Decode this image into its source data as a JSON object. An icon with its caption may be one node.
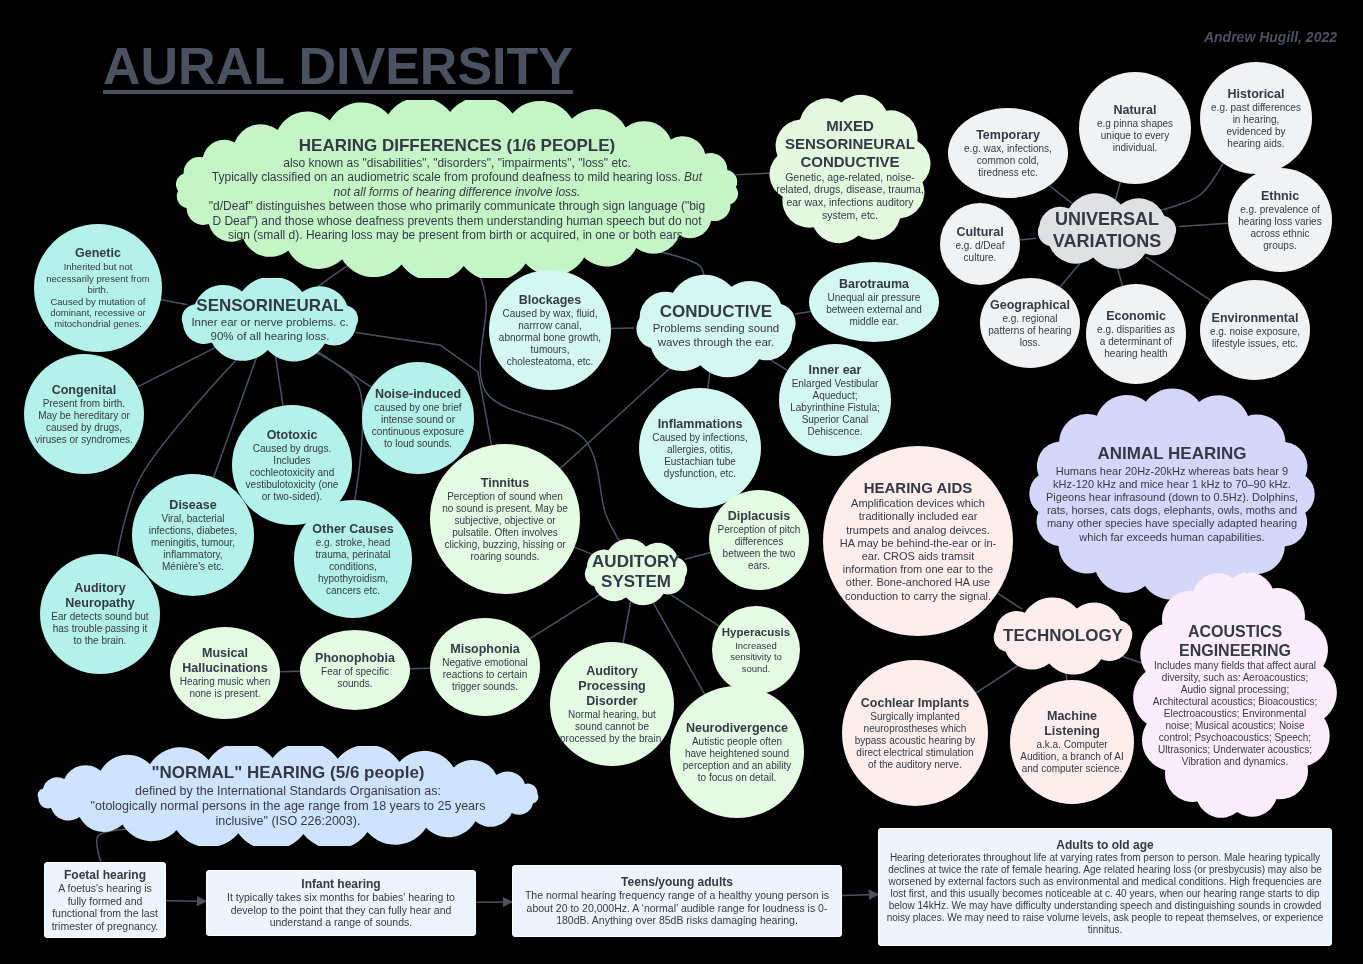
{
  "diagram": {
    "title": "AURAL DIVERSITY",
    "nodes": [
      {
        "text": [
          "HEARING DIFFERENCES (1/6 PEOPLE)",
          "also known as \"disabilities\", \"disorders\", \"impairments\", \"loss\" etc.",
          "Typically classified on an audiometric scale from profound deafness to mild hearing loss. *But not all forms of hearing difference involve loss.*",
          "\"d/Deaf\" distinguishes between those who primarily communicate through sign language (\"big D Deaf\") and those whose deafness prevents them understanding human speech but do not sign (small d). Hearing loss may be present from birth or acquired, in one or both ears."
        ]
      },
      {
        "text": [
          "SENSORINEURAL",
          "Inner ear or nerve problems. c. 90% of all hearing loss."
        ]
      },
      {
        "text": [
          "Genetic",
          "Inherited but not necessarily present from birth.",
          "Caused by mutation of dominant, recessive or mitochondrial genes."
        ]
      },
      {
        "text": [
          "Congenital",
          "Present from birth. May be hereditary or caused by drugs, viruses or syndromes."
        ]
      },
      {
        "text": [
          "Ototoxic",
          "Caused by drugs. Includes cochleotoxicity and vestibulotoxicity (one or two-sided)."
        ]
      },
      {
        "text": [
          "Noise-induced",
          "caused by one brief intense sound or continuous exposure to loud sounds."
        ]
      },
      {
        "text": [
          "Disease",
          "Viral, bacterial infections, diabetes, meningitis, tumour, inflammatory, Ménière's etc."
        ]
      },
      {
        "text": [
          "Other Causes",
          "e.g. stroke, head trauma, perinatal conditions, hypothyroidism, cancers etc."
        ]
      },
      {
        "text": [
          "Auditory Neuropathy",
          "Ear detects sound but has trouble passing it to the brain."
        ]
      },
      {
        "text": [
          "CONDUCTIVE",
          "Problems sending sound waves through the ear."
        ]
      },
      {
        "text": [
          "Blockages",
          "Caused by wax, fluid, narrrow canal, abnormal bone growth, tumours, cholesteatoma, etc."
        ]
      },
      {
        "text": [
          "Barotrauma",
          "Unequal air pressure between external and middle ear."
        ]
      },
      {
        "text": [
          "Inner ear",
          "Enlarged Vestibular Aqueduct; Labyrinthine Fistula; Superior Canal Dehiscence."
        ]
      },
      {
        "text": [
          "Inflammations",
          "Caused by infections, allergies, otitis, Eustachian tube dysfunction, etc."
        ]
      },
      {
        "text": [
          "MIXED SENSORINEURAL CONDUCTIVE",
          "Genetic, age-related, noise-related, drugs, disease, trauma, ear wax, infections auditory system, etc."
        ]
      },
      {
        "text": [
          "UNIVERSAL VARIATIONS"
        ]
      },
      {
        "text": [
          "Temporary",
          "e.g. wax, infections, common cold, tiredness etc."
        ]
      },
      {
        "text": [
          "Natural",
          "e.g pinna shapes unique to every individual."
        ]
      },
      {
        "text": [
          "Historical",
          "e.g. past differences in hearing, evidenced by hearing aids."
        ]
      },
      {
        "text": [
          "Cultural",
          "e.g. d/Deaf culture."
        ]
      },
      {
        "text": [
          "Ethnic",
          "e.g. prevalence of hearing loss varies across ethnic groups."
        ]
      },
      {
        "text": [
          "Geographical",
          "e.g. regional patterns of hearing loss."
        ]
      },
      {
        "text": [
          "Economic",
          "e.g. disparities as a determinant of hearing health"
        ]
      },
      {
        "text": [
          "Environmental",
          "e.g. noise exposure, lifestyle issues, etc."
        ]
      },
      {
        "text": [
          "ANIMAL HEARING",
          "Humans hear 20Hz-20kHz whereas bats hear 9 kHz-120 kHz and mice hear 1 kHz to 70–90 kHz. Pigeons hear infrasound (down to 0.5Hz). Dolphins, rats, horses, cats dogs, elephants, owls, moths and many other species have specially adapted hearing which far exceeds human capabilities."
        ]
      },
      {
        "text": [
          "AUDITORY SYSTEM"
        ]
      },
      {
        "text": [
          "Tinnitus",
          "Perception of sound when no sound is present. May be subjective, objective or pulsatile. Often involves clicking, buzzing, hissing or roaring sounds."
        ]
      },
      {
        "text": [
          "Diplacusis",
          "Perception of pitch differences between the two ears."
        ]
      },
      {
        "text": [
          "Hyperacusis",
          "Increased sensitivity to sound."
        ]
      },
      {
        "text": [
          "Auditory Processing Disorder",
          "Normal hearing, but sound cannot be processed by the brain."
        ]
      },
      {
        "text": [
          "Neurodivergence",
          "Autistic people often have heightened sound perception and an ability to focus on detail."
        ]
      },
      {
        "text": [
          "Misophonia",
          "Negative emotional reactions to certain trigger sounds."
        ]
      },
      {
        "text": [
          "Phonophobia",
          "Fear of specific sounds."
        ]
      },
      {
        "text": [
          "Musical Hallucinations",
          "Hearing music when none is present."
        ]
      },
      {
        "text": [
          "HEARING AIDS",
          "Amplification devices which traditionally included ear trumpets and analog deivces. HA may be behind-the-ear or in-ear. CROS aids tramsit information from one ear to the other. Bone-anchored HA use conduction to carry the signal."
        ]
      },
      {
        "text": [
          "TECHNOLOGY"
        ]
      },
      {
        "text": [
          "ACOUSTICS ENGINEERING",
          "Includes many fields that affect aural diversity, such as: Aeroacoustics; Audio signal processing; Architectural acoustics; Bioacoustics; Electroacoustics; Environmental noise; Musical acoustics; Noise control; Psychoacoustics; Speech; Ultrasonics; Underwater acoustics; Vibration and dynamics."
        ]
      },
      {
        "text": [
          "Cochlear Implants",
          "Surgically implanted neuroprostheses which bypass acoustic hearing by direct electrical stimulation of the auditory nerve."
        ]
      },
      {
        "text": [
          "Machine Listening",
          "a.k.a. Computer Audition, a branch of AI and computer science."
        ]
      },
      {
        "text": [
          "\"NORMAL\" HEARING (5/6 people)",
          "defined by the International Standards Organisation as:",
          "\"otologically normal persons in the age range from 18 years to 25 years inclusive\" (ISO 226:2003)."
        ]
      },
      {
        "text": [
          "Foetal hearing",
          "A foetus's hearing is fully formed and functional from the last trimester of pregnancy."
        ]
      },
      {
        "text": [
          "Infant hearing",
          "It typically takes six months for babies' hearing to develop to the point that they can fully hear and understand a range of sounds."
        ]
      },
      {
        "text": [
          "Teens/young adults",
          "The normal hearing frequency range of a healthy young person is about 20 to 20,000Hz. A ‘normal’ audible range for loudness is 0-180dB. Anything over 85dB risks damaging hearing."
        ]
      },
      {
        "text": [
          "Adults to old age",
          "Hearing deteriorates throughout life at varying rates from person to person. Male hearing typically declines at twice the rate of female hearing. Age related hearing loss (or presbycusis) may also be worsened by external factors such as environmental and medical conditions. High frequencies are lost first, and this usually becomes noticeable at c. 40 years, when our hearing range starts to dip below 14kHz. We may have difficulty understanding speech and distinguishing sounds in crowded noisy places. We may need to raise volume levels, ask people to repeat themselves, or experience tinnitus."
        ]
      }
    ],
    "edges": [
      {
        "from": 0,
        "to": 1,
        "arrow": "none"
      },
      {
        "from": 0,
        "to": 9,
        "arrow": "none"
      },
      {
        "from": 0,
        "to": 14,
        "arrow": "none"
      },
      {
        "from": 0,
        "to": 25,
        "arrow": "none"
      },
      {
        "from": 1,
        "to": 2,
        "arrow": "none"
      },
      {
        "from": 1,
        "to": 3,
        "arrow": "none"
      },
      {
        "from": 1,
        "to": 4,
        "arrow": "none"
      },
      {
        "from": 1,
        "to": 5,
        "arrow": "none"
      },
      {
        "from": 1,
        "to": 6,
        "arrow": "none"
      },
      {
        "from": 1,
        "to": 7,
        "arrow": "none"
      },
      {
        "from": 1,
        "to": 8,
        "arrow": "none"
      },
      {
        "from": 1,
        "to": 26,
        "arrow": "none"
      },
      {
        "from": 9,
        "to": 10,
        "arrow": "none"
      },
      {
        "from": 9,
        "to": 11,
        "arrow": "none"
      },
      {
        "from": 9,
        "to": 12,
        "arrow": "none"
      },
      {
        "from": 9,
        "to": 13,
        "arrow": "none"
      },
      {
        "from": 9,
        "to": 26,
        "arrow": "none"
      },
      {
        "from": 15,
        "to": 16,
        "arrow": "none"
      },
      {
        "from": 15,
        "to": 17,
        "arrow": "none"
      },
      {
        "from": 15,
        "to": 18,
        "arrow": "none"
      },
      {
        "from": 15,
        "to": 19,
        "arrow": "none"
      },
      {
        "from": 15,
        "to": 20,
        "arrow": "none"
      },
      {
        "from": 15,
        "to": 21,
        "arrow": "none"
      },
      {
        "from": 15,
        "to": 22,
        "arrow": "none"
      },
      {
        "from": 15,
        "to": 23,
        "arrow": "none"
      },
      {
        "from": 25,
        "to": 26,
        "arrow": "none"
      },
      {
        "from": 25,
        "to": 27,
        "arrow": "none"
      },
      {
        "from": 25,
        "to": 28,
        "arrow": "none"
      },
      {
        "from": 25,
        "to": 29,
        "arrow": "none"
      },
      {
        "from": 25,
        "to": 30,
        "arrow": "none"
      },
      {
        "from": 25,
        "to": 31,
        "arrow": "none"
      },
      {
        "from": 31,
        "to": 32,
        "arrow": "none"
      },
      {
        "from": 32,
        "to": 33,
        "arrow": "none"
      },
      {
        "from": 34,
        "to": 35,
        "arrow": "none"
      },
      {
        "from": 35,
        "to": 36,
        "arrow": "none"
      },
      {
        "from": 35,
        "to": 37,
        "arrow": "none"
      },
      {
        "from": 35,
        "to": 38,
        "arrow": "none"
      },
      {
        "from": 39,
        "to": 40,
        "arrow": "none"
      },
      {
        "from": 40,
        "to": 41,
        "arrow": "to"
      },
      {
        "from": 41,
        "to": 42,
        "arrow": "to"
      },
      {
        "from": 42,
        "to": 43,
        "arrow": "to"
      }
    ],
    "labels": [
      "Andrew Hugill, 2022"
    ]
  }
}
